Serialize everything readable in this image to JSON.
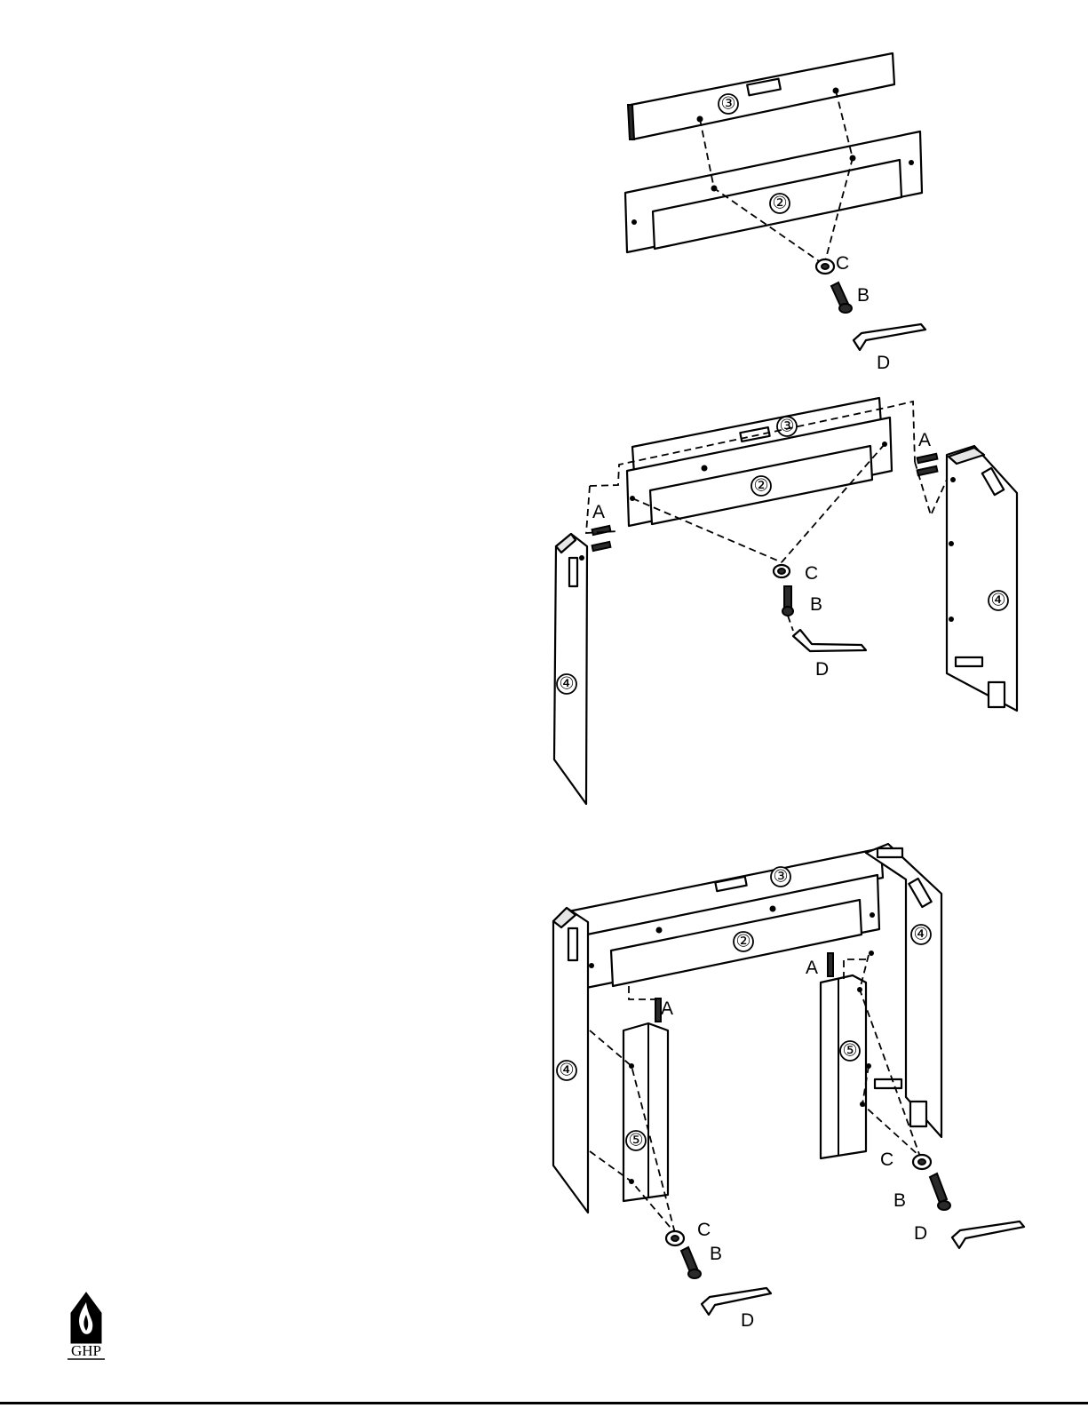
{
  "part_numbers": {
    "two": "②",
    "three": "③",
    "four": "④",
    "five": "⑤"
  },
  "hardware_labels": {
    "a": "A",
    "b": "B",
    "c": "C",
    "d": "D"
  },
  "logo": {
    "name": "GHP",
    "icon": "flame-in-house-icon"
  },
  "colors": {
    "ink": "#000000",
    "paper": "#ffffff"
  }
}
